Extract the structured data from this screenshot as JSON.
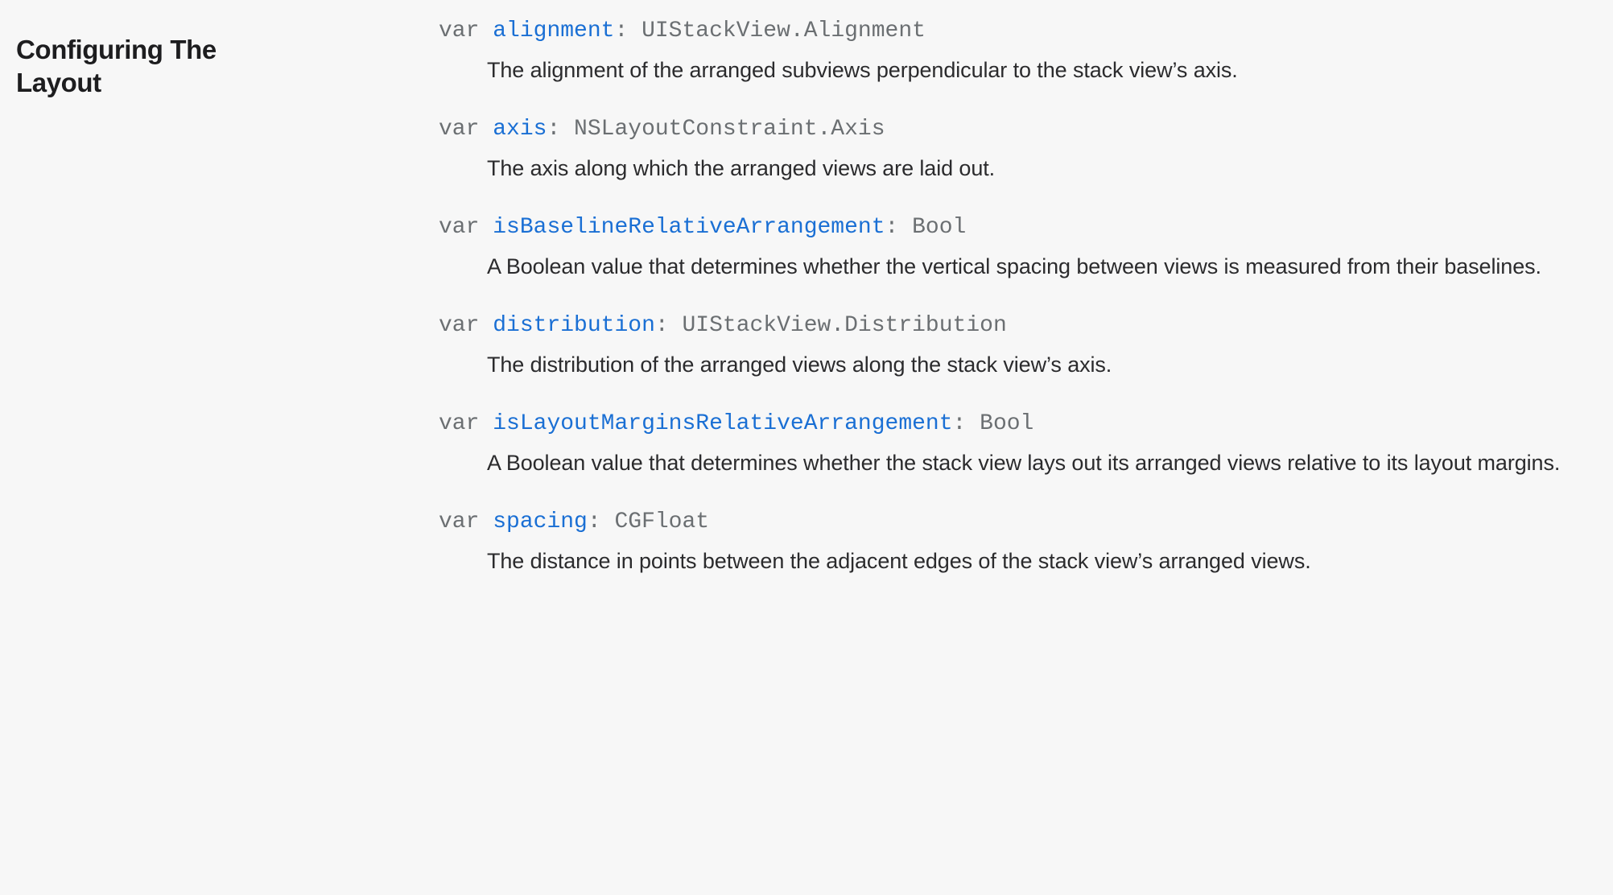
{
  "section": {
    "heading": "Configuring The Layout"
  },
  "topics": [
    {
      "keyword": "var",
      "name": "alignment",
      "type": ": UIStackView.Alignment",
      "description": "The alignment of the arranged subviews perpendicular to the stack view’s axis."
    },
    {
      "keyword": "var",
      "name": "axis",
      "type": ": NSLayoutConstraint.Axis",
      "description": "The axis along which the arranged views are laid out."
    },
    {
      "keyword": "var",
      "name": "isBaselineRelativeArrangement",
      "type": ": Bool",
      "description": "A Boolean value that determines whether the vertical spacing between views is measured from their baselines."
    },
    {
      "keyword": "var",
      "name": "distribution",
      "type": ": UIStackView.Distribution",
      "description": "The distribution of the arranged views along the stack view’s axis."
    },
    {
      "keyword": "var",
      "name": "isLayoutMarginsRelativeArrangement",
      "type": ": Bool",
      "description": "A Boolean value that determines whether the stack view lays out its arranged views relative to its layout margins."
    },
    {
      "keyword": "var",
      "name": "spacing",
      "type": ": CGFloat",
      "description": "The distance in points between the adjacent edges of the stack view’s arranged views."
    }
  ],
  "colors": {
    "background": "#f7f7f7",
    "heading_text": "#1d1d1f",
    "code_text": "#6b6f72",
    "link": "#1a6fd4",
    "body_text": "#2b2b2d"
  }
}
